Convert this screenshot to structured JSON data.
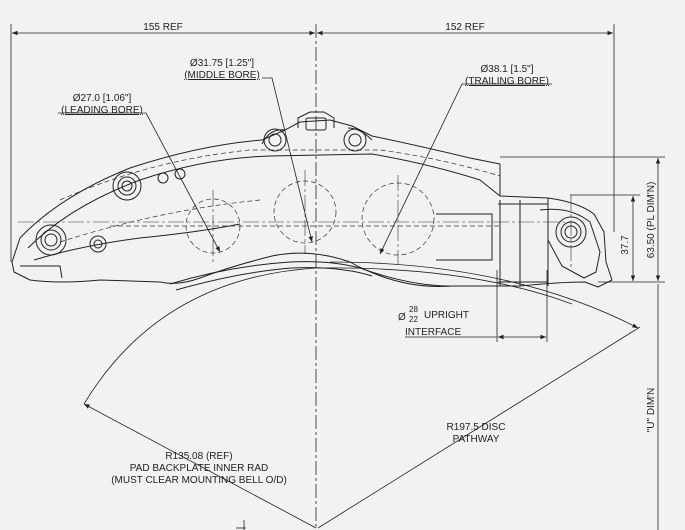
{
  "dimensions": {
    "width_left": "155 REF",
    "width_right": "152 REF",
    "middle_bore": {
      "line1": "Ø31.75 [1.25\"]",
      "line2": "(MIDDLE BORE)"
    },
    "leading_bore": {
      "line1": "Ø27.0 [1.06\"]",
      "line2": "(LEADING BORE)"
    },
    "trailing_bore": {
      "line1": "Ø38.1 [1.5\"]",
      "line2": "(TRAILING BORE)"
    },
    "upright": {
      "prefix": "Ø",
      "upper": "28",
      "lower": "22",
      "label": "UPRIGHT",
      "line2": "INTERFACE"
    },
    "height_small": "37.7",
    "height_pl": "63.50 (PL DIM'N)",
    "u_dim": "\"U\" DIM'N",
    "disc": {
      "line1": "R197.5 DISC",
      "line2": "PATHWAY"
    },
    "pad": {
      "line1": "R135.08 (REF)",
      "line2": "PAD BACKPLATE INNER RAD",
      "line3": "(MUST CLEAR MOUNTING BELL O/D)"
    }
  },
  "colors": {
    "background": "#f2f2f2",
    "line": "#222222"
  }
}
